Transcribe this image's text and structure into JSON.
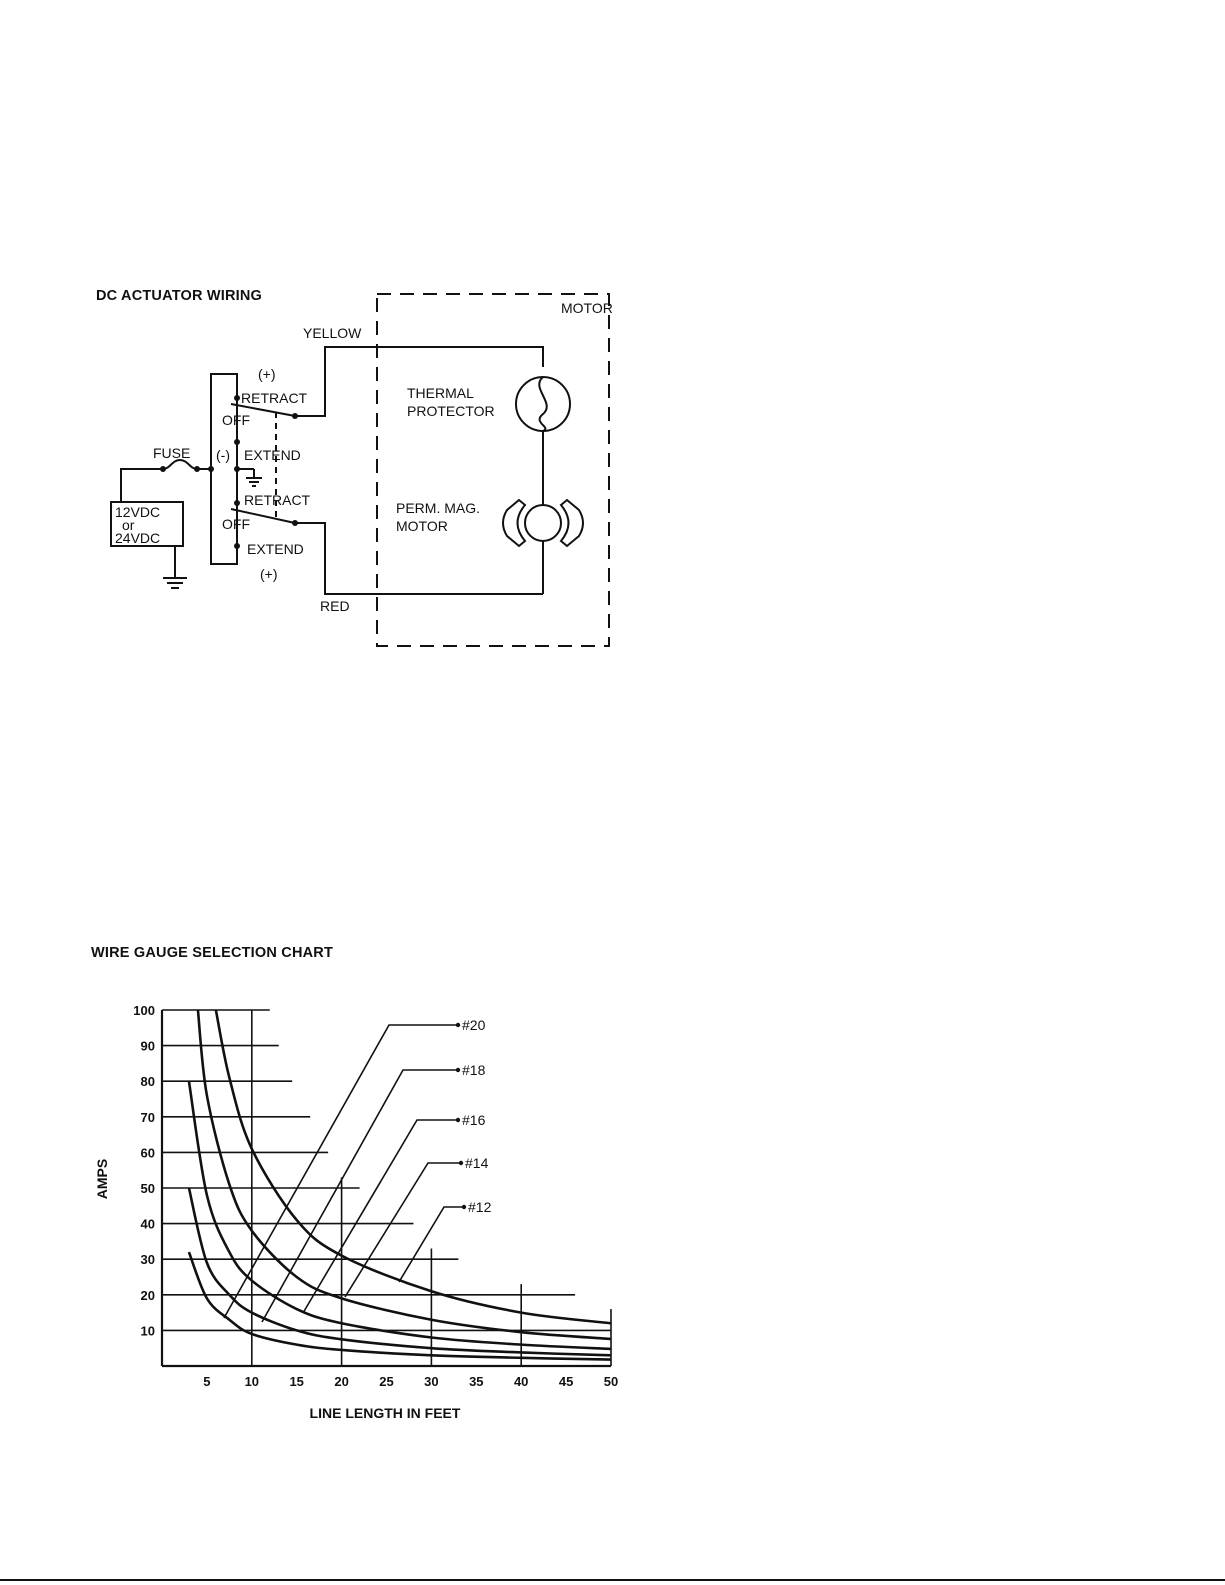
{
  "wiring": {
    "title": "DC ACTUATOR WIRING",
    "labels": {
      "motor": "MOTOR",
      "yellow": "YELLOW",
      "red": "RED",
      "plus_top": "(+)",
      "plus_bottom": "(+)",
      "minus": "(-)",
      "retract_1": "RETRACT",
      "off_1": "OFF",
      "extend_1": "EXTEND",
      "retract_2": "RETRACT",
      "off_2": "OFF",
      "extend_2": "EXTEND",
      "fuse": "FUSE",
      "supply_1": "12VDC",
      "supply_2": "or",
      "supply_3": "24VDC",
      "thermal_1": "THERMAL",
      "thermal_2": "PROTECTOR",
      "motor_1": "PERM. MAG.",
      "motor_2": "MOTOR"
    }
  },
  "chart_title": "WIRE GAUGE SELECTION CHART",
  "chart_data": {
    "type": "line",
    "title": "WIRE GAUGE SELECTION CHART",
    "xlabel": "LINE LENGTH IN FEET",
    "ylabel": "AMPS",
    "xlim": [
      0,
      50
    ],
    "ylim": [
      0,
      100
    ],
    "x_ticks": [
      "5",
      "10",
      "15",
      "20",
      "25",
      "30",
      "35",
      "40",
      "45",
      "50"
    ],
    "y_ticks": [
      "10",
      "20",
      "30",
      "40",
      "50",
      "60",
      "70",
      "80",
      "90",
      "100"
    ],
    "grid": true,
    "series": [
      {
        "name": "#20",
        "x": [
          3,
          5,
          7.5,
          10,
          15,
          20,
          30,
          40,
          50
        ],
        "y": [
          32,
          19,
          13,
          9,
          6,
          4.5,
          3,
          2.3,
          1.8
        ]
      },
      {
        "name": "#18",
        "x": [
          3,
          5,
          7.5,
          10,
          15,
          20,
          30,
          40,
          50
        ],
        "y": [
          50,
          29,
          20,
          15,
          10,
          7.5,
          5,
          3.8,
          3
        ]
      },
      {
        "name": "#16",
        "x": [
          3,
          5,
          7.5,
          10,
          15,
          20,
          30,
          40,
          50
        ],
        "y": [
          80,
          48,
          32,
          24,
          16,
          12,
          8,
          6,
          4.8
        ]
      },
      {
        "name": "#14",
        "x": [
          4,
          5,
          7.5,
          10,
          15,
          20,
          30,
          40,
          50
        ],
        "y": [
          100,
          76,
          51,
          38,
          25,
          19,
          13,
          9.5,
          7.6
        ]
      },
      {
        "name": "#12",
        "x": [
          6,
          7.5,
          10,
          15,
          20,
          30,
          40,
          50
        ],
        "y": [
          100,
          81,
          61,
          41,
          31,
          21,
          15,
          12
        ]
      }
    ]
  }
}
